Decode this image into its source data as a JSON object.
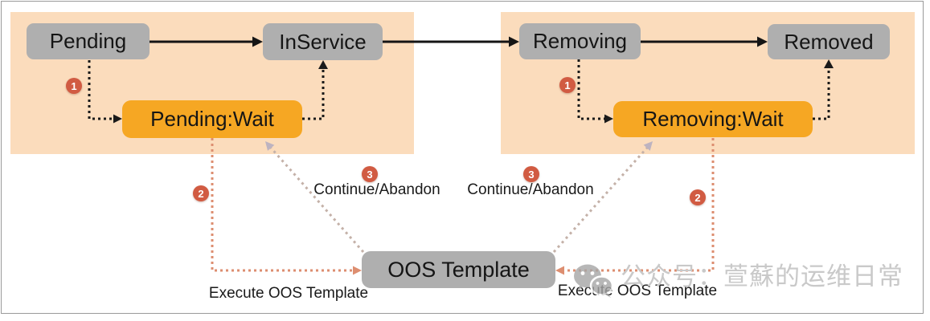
{
  "diagram": {
    "nodes": {
      "pending": {
        "label": "Pending"
      },
      "inservice": {
        "label": "InService"
      },
      "removing": {
        "label": "Removing"
      },
      "removed": {
        "label": "Removed"
      },
      "pending_wait": {
        "label": "Pending:Wait"
      },
      "removing_wait": {
        "label": "Removing:Wait"
      },
      "oos_template": {
        "label": "OOS Template"
      }
    },
    "steps": {
      "one": "1",
      "two": "2",
      "three": "3"
    },
    "edge_labels": {
      "continue_abandon": "Continue/Abandon",
      "execute_oos": "Execute OOS Template"
    },
    "edges": [
      {
        "from": "Pending",
        "to": "InService",
        "style": "solid-black"
      },
      {
        "from": "InService",
        "to": "Removing",
        "style": "solid-black"
      },
      {
        "from": "Removing",
        "to": "Removed",
        "style": "solid-black"
      },
      {
        "from": "Pending",
        "to": "Pending:Wait",
        "style": "dotted-black",
        "step": "1"
      },
      {
        "from": "Pending:Wait",
        "to": "InService",
        "style": "dotted-black"
      },
      {
        "from": "Removing",
        "to": "Removing:Wait",
        "style": "dotted-black",
        "step": "1"
      },
      {
        "from": "Removing:Wait",
        "to": "Removed",
        "style": "dotted-black"
      },
      {
        "from": "Pending:Wait",
        "to": "OOS Template",
        "style": "dotted-salmon",
        "step": "2",
        "label": "Execute OOS Template"
      },
      {
        "from": "OOS Template",
        "to": "Pending:Wait",
        "style": "dotted-taupe",
        "step": "3",
        "label": "Continue/Abandon"
      },
      {
        "from": "Removing:Wait",
        "to": "OOS Template",
        "style": "dotted-salmon",
        "step": "2",
        "label": "Execute OOS Template"
      },
      {
        "from": "OOS Template",
        "to": "Removing:Wait",
        "style": "dotted-taupe",
        "step": "3",
        "label": "Continue/Abandon"
      }
    ],
    "colors": {
      "panel_bg": "#FBDCBC",
      "state_box": "#AFAFAF",
      "wait_box": "#F6A723",
      "oos_box": "#AFAFAF",
      "badge": "#D15B42",
      "arrow_black": "#151515",
      "arrow_salmon": "#DD8E70",
      "arrow_taupe": "#C4B1A8",
      "frame_border": "#9A9A9A",
      "watermark": "#C9C9C9"
    }
  },
  "watermark": {
    "text": "公众号：萱蘇的运维日常",
    "icon": "wechat-icon"
  }
}
